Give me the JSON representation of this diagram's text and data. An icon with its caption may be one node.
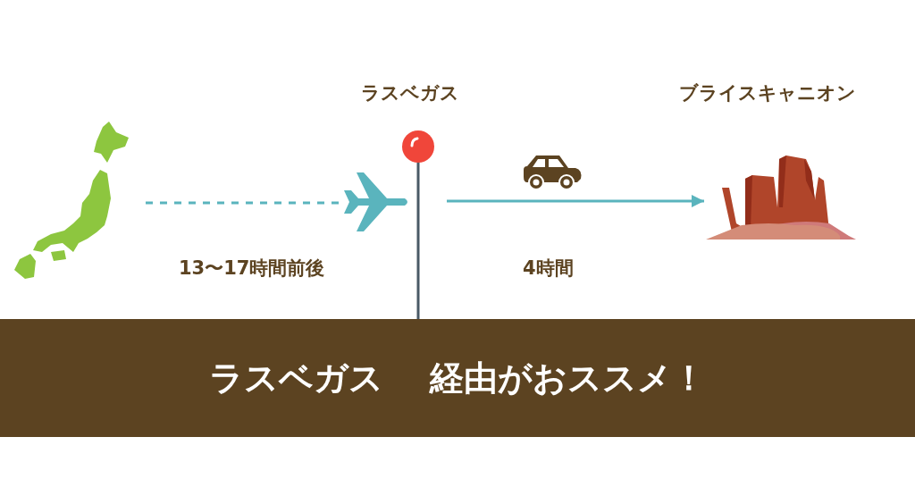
{
  "diagram": {
    "nodes": [
      {
        "text": [],
        "shape": "picture"
      },
      {
        "text": [],
        "shape": "picture"
      },
      {
        "text": [],
        "shape": "picture"
      },
      {
        "text": [],
        "shape": "picture"
      },
      {
        "text": [
          "ラスベガス",
          "経由がおススメ！"
        ]
      }
    ],
    "edges": [
      {
        "from": 0,
        "to": 1,
        "arrow": "none",
        "style": "dashed"
      },
      {
        "from": 2,
        "to": 3,
        "arrow": "to"
      }
    ],
    "labels": [
      "ラスベガス",
      "ブライスキャニオン",
      "13〜17時間前後",
      "4時間"
    ]
  }
}
